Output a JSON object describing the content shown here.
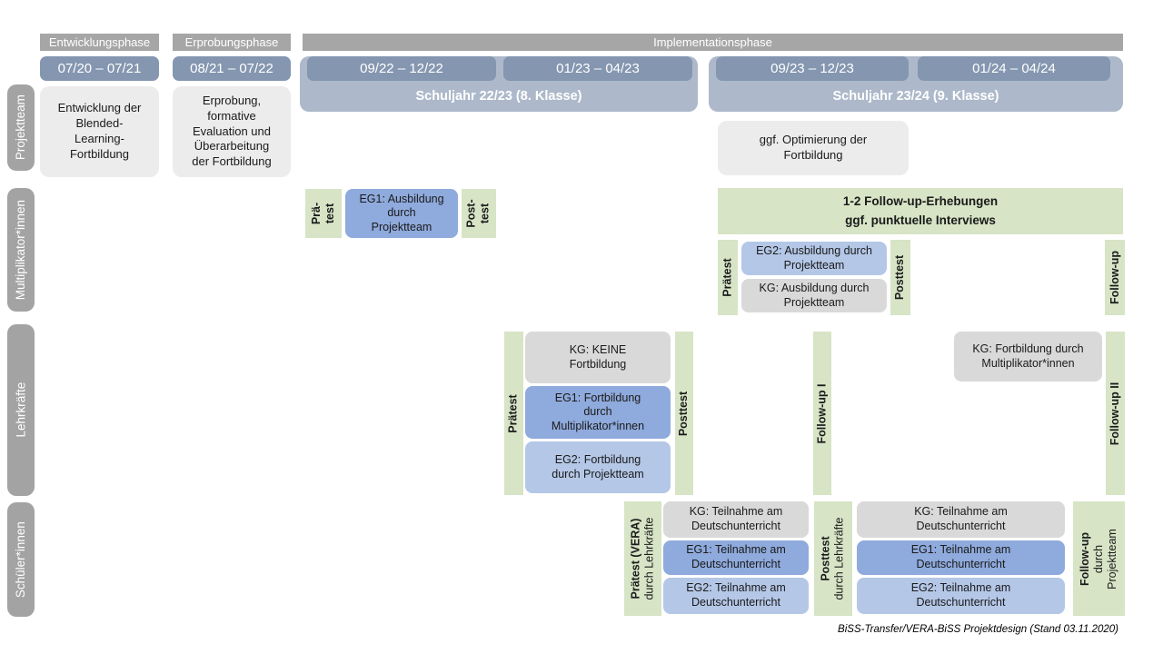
{
  "colors": {
    "phase_gray": "#a6a6a6",
    "label_gray": "#a3a3a3",
    "date_blue": "#8496b0",
    "schuljahr_blue": "#adb9ca",
    "green": "#d7e4c6",
    "eg1_blue": "#8faadc",
    "eg2_blue": "#b4c7e7",
    "kg_gray": "#d9d9d9",
    "box_gray": "#ececec"
  },
  "phases": {
    "entwicklung": "Entwicklungsphase",
    "erprobung": "Erprobungsphase",
    "implementation": "Implementationsphase"
  },
  "dates": {
    "d1": "07/20 – 07/21",
    "d2": "08/21 – 07/22",
    "d3": "09/22 – 12/22",
    "d4": "01/23 – 04/23",
    "d5": "09/23 – 12/23",
    "d6": "01/24 – 04/24"
  },
  "school_years": {
    "sj1": "Schuljahr 22/23 (8. Klasse)",
    "sj2": "Schuljahr 23/24 (9. Klasse)"
  },
  "row_labels": {
    "projektteam": "Projektteam",
    "multiplikatoren": "Multiplikator*innen",
    "lehrkraefte": "Lehrkräfte",
    "schueler": "Schüler*innen"
  },
  "projektteam": {
    "box1": "Entwicklung der\nBlended-\nLearning-\nFortbildung",
    "box2": "Erprobung,\nformative\nEvaluation und\nÜberarbeitung\nder Fortbildung",
    "box3": "ggf. Optimierung der\nFortbildung"
  },
  "multiplikatoren": {
    "praetest_l1": "Prä-",
    "praetest_l2": "test",
    "eg1": "EG1: Ausbildung\ndurch\nProjektteam",
    "posttest_l1": "Post-",
    "posttest_l2": "test",
    "followup_box": "1-2 Follow-up-Erhebungen\nggf. punktuelle Interviews",
    "praetest2": "Prätest",
    "eg2": "EG2: Ausbildung durch\nProjektteam",
    "kg": "KG: Ausbildung durch\nProjektteam",
    "posttest2": "Posttest",
    "followup": "Follow-up"
  },
  "lehrkraefte": {
    "praetest": "Prätest",
    "kg": "KG: KEINE\nFortbildung",
    "eg1": "EG1: Fortbildung\ndurch\nMultiplikator*innen",
    "eg2": "EG2: Fortbildung\ndurch Projektteam",
    "posttest": "Posttest",
    "followup1": "Follow-up I",
    "kg2": "KG: Fortbildung durch\nMultiplikator*innen",
    "followup2": "Follow-up II"
  },
  "schueler": {
    "praetest_bold": "Prätest (VERA)",
    "praetest_sub": "durch Lehrkräfte",
    "kg1": "KG: Teilnahme am\nDeutschunterricht",
    "eg1_1": "EG1: Teilnahme am\nDeutschunterricht",
    "eg2_1": "EG2: Teilnahme am\nDeutschunterricht",
    "posttest_bold": "Posttest",
    "posttest_sub": "durch Lehrkräfte",
    "kg2": "KG: Teilnahme am\nDeutschunterricht",
    "eg1_2": "EG1: Teilnahme am\nDeutschunterricht",
    "eg2_2": "EG2: Teilnahme am\nDeutschunterricht",
    "followup_bold": "Follow-up",
    "followup_sub1": "durch",
    "followup_sub2": "Projektteam"
  },
  "caption": "BiSS-Transfer/VERA-BiSS Projektdesign (Stand 03.11.2020)"
}
